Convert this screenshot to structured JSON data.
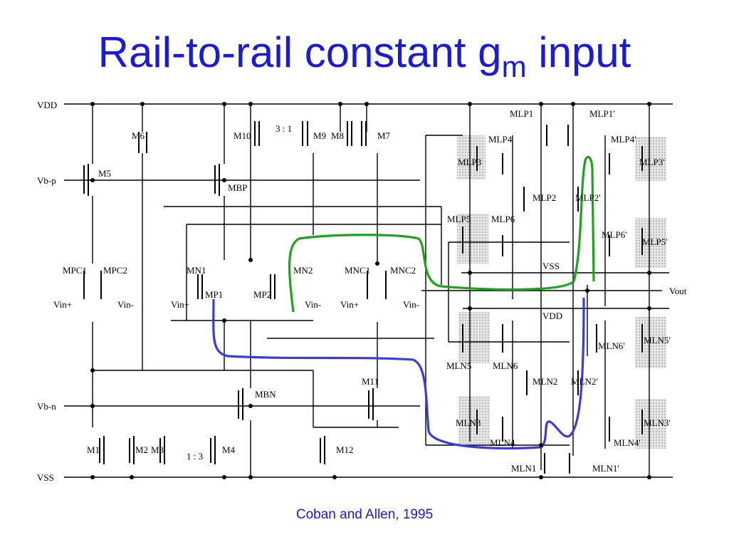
{
  "slide": {
    "title_main": "Rail-to-rail constant g",
    "title_sub": "m",
    "title_tail": " input",
    "caption": "Coban and Allen, 1995"
  },
  "rails": {
    "vdd": "VDD",
    "vbp": "Vb-p",
    "vbn": "Vb-n",
    "vss": "VSS",
    "vout": "Vout"
  },
  "devices": {
    "m5": "M5",
    "m6": "M6",
    "m10": "M10",
    "ratio_top": "3 : 1",
    "m9": "M9",
    "m8": "M8",
    "m7": "M7",
    "mbp": "MBP",
    "mpc1": "MPC1",
    "mpc2": "MPC2",
    "mn1": "MN1",
    "mn2": "MN2",
    "mp1": "MP1",
    "mp2": "MP2",
    "mnc1": "MNC1",
    "mnc2": "MNC2",
    "mbn": "MBN",
    "m11": "M11",
    "m1": "M1",
    "m2": "M2",
    "m3": "M3",
    "ratio_bot": "1 : 3",
    "m4": "M4",
    "m12": "M12",
    "mlp1": "MLP1",
    "mlp1p": "MLP1'",
    "mlp4": "MLP4",
    "mlp4p": "MLP4'",
    "mlp3": "MLP3",
    "mlp3p": "MLP3'",
    "mlp2": "MLP2",
    "mlp2p": "MLP2'",
    "mlp5": "MLP5",
    "mlp6": "MLP6",
    "mlp6p": "MLP6'",
    "mlp5p": "MLP5'",
    "vss_inner": "VSS",
    "vdd_inner": "VDD",
    "mln6p": "MLN6'",
    "mln5p": "MLN5'",
    "mln5": "MLN5",
    "mln6": "MLN6",
    "mln2": "MLN2",
    "mln2p": "MLN2'",
    "mln3": "MLN3",
    "mln4": "MLN4",
    "mln4p": "MLN4'",
    "mln3p": "MLN3'",
    "mln1": "MLN1",
    "mln1p": "MLN1'"
  },
  "inputs": {
    "vin_plus": "Vin+",
    "vin_minus": "Vin-"
  },
  "colors": {
    "title": "#1a1ad8",
    "green_path": "#1fa31f",
    "blue_path": "#3a3ae0",
    "shade": "#cfcfcf"
  }
}
